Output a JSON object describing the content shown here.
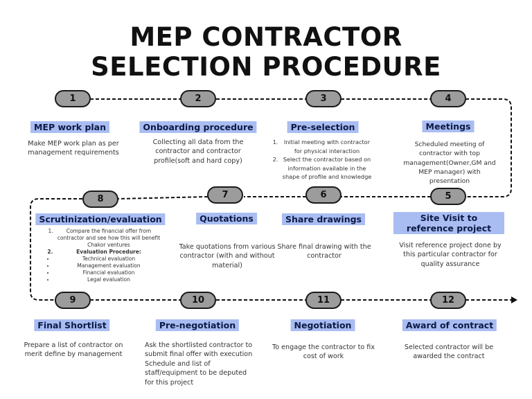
{
  "title": {
    "line1": "MEP CONTRACTOR",
    "line2": "SELECTION PROCEDURE"
  },
  "steps": [
    {
      "num": "1",
      "label": "MEP work plan",
      "desc": "Make MEP work plan as per management requirements"
    },
    {
      "num": "2",
      "label": "Onboarding procedure",
      "desc": "Collecting all data from the contractor and contractor profile(soft and hard copy)"
    },
    {
      "num": "3",
      "label": "Pre-selection",
      "items": [
        "Initial meeting with contractor for physical interaction",
        "Select the contractor based on information available in the shape of profile and knowledge"
      ]
    },
    {
      "num": "4",
      "label": "Meetings",
      "desc": "Scheduled meeting of contractor with top management(Owner,GM and MEP manager) with presentation"
    },
    {
      "num": "5",
      "label": "Site Visit to reference project",
      "desc": "Visit reference project done by this particular contractor for quality assurance"
    },
    {
      "num": "6",
      "label": "Share drawings",
      "desc": "Share final drawing with the contractor"
    },
    {
      "num": "7",
      "label": "Quotations",
      "desc": "Take quotations from various contractor (with and without material)"
    },
    {
      "num": "8",
      "label": "Scrutinization/evaluation",
      "item1": "Compare the financial offer from contractor and see how this will benefit Chakor ventures",
      "item2": "Evaluation Procedure:",
      "evals": [
        "Technical evaluation",
        "Management evaluation",
        "Financial evaluation",
        "Legal evaluation"
      ]
    },
    {
      "num": "9",
      "label": "Final Shortlist",
      "desc": "Prepare a list of contractor on merit define by management"
    },
    {
      "num": "10",
      "label": "Pre-negotiation",
      "desc": "Ask the shortlisted contractor to submit final offer with execution Schedule and list of staff/equipment to be deputed for this project"
    },
    {
      "num": "11",
      "label": "Negotiation",
      "desc": "To engage the contractor to fix cost of work"
    },
    {
      "num": "12",
      "label": "Award of contract",
      "desc": "Selected contractor will be awarded the contract"
    }
  ]
}
